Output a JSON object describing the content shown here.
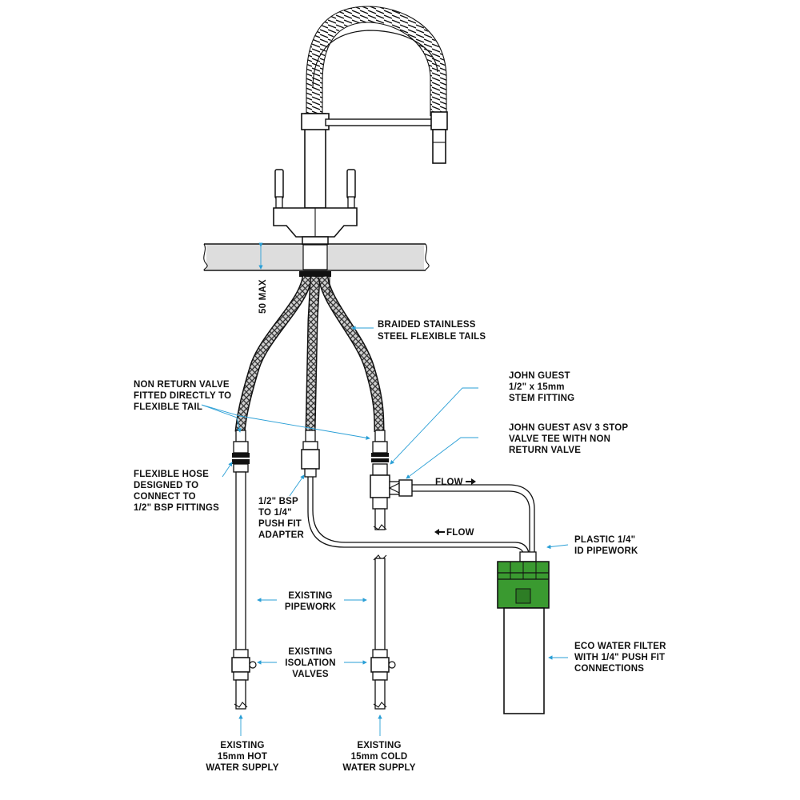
{
  "colors": {
    "ink": "#111111",
    "pointer": "#2a9fd6",
    "filter_green": "#3a9a30",
    "worktop": "#dddddd",
    "braid": "#555555"
  },
  "labels": {
    "braided_tails": [
      "BRAIDED STAINLESS",
      "STEEL FLEXIBLE TAILS"
    ],
    "max_depth": "50 MAX",
    "non_return_valve": [
      "NON RETURN VALVE",
      "FITTED DIRECTLY TO",
      "FLEXIBLE TAIL"
    ],
    "stem_fitting": [
      "JOHN GUEST",
      "1/2\" x 15mm",
      "STEM FITTING"
    ],
    "asv_tee": [
      "JOHN GUEST ASV 3 STOP",
      "VALVE TEE WITH NON",
      "RETURN VALVE"
    ],
    "flexible_hose": [
      "FLEXIBLE HOSE",
      "DESIGNED TO",
      "CONNECT TO",
      "1/2\" BSP FITTINGS"
    ],
    "bsp_adapter": [
      "1/2\" BSP",
      "TO 1/4\"",
      "PUSH FIT",
      "ADAPTER"
    ],
    "flow_out": "FLOW",
    "flow_in": "FLOW",
    "plastic_pipe": [
      "PLASTIC 1/4\"",
      "ID PIPEWORK"
    ],
    "existing_pipework": [
      "EXISTING",
      "PIPEWORK"
    ],
    "isolation_valves": [
      "EXISTING",
      "ISOLATION",
      "VALVES"
    ],
    "eco_filter": [
      "ECO WATER FILTER",
      "WITH 1/4\" PUSH FIT",
      "CONNECTIONS"
    ],
    "hot_supply": [
      "EXISTING",
      "15mm HOT",
      "WATER SUPPLY"
    ],
    "cold_supply": [
      "EXISTING",
      "15mm COLD",
      "WATER SUPPLY"
    ]
  },
  "icons": {
    "arrow_right": "arrow-right-icon",
    "arrow_left": "arrow-left-icon"
  }
}
